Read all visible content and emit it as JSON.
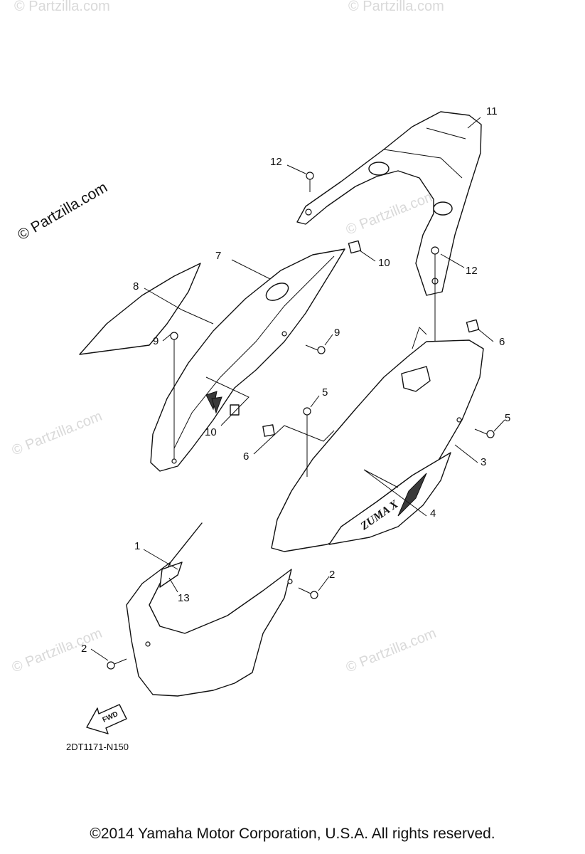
{
  "watermark": {
    "main": "© Partzilla.com",
    "faint": "© Partzilla.com"
  },
  "callouts": [
    "1",
    "2",
    "2",
    "3",
    "4",
    "5",
    "5",
    "6",
    "6",
    "7",
    "8",
    "9",
    "9",
    "10",
    "10",
    "11",
    "12",
    "12",
    "13"
  ],
  "decal_text": "ZUMA X",
  "fwd_label": "FWD",
  "diagram_code": "2DT1171-N150",
  "copyright": "©2014  Yamaha Motor Corporation, U.S.A. All rights reserved."
}
